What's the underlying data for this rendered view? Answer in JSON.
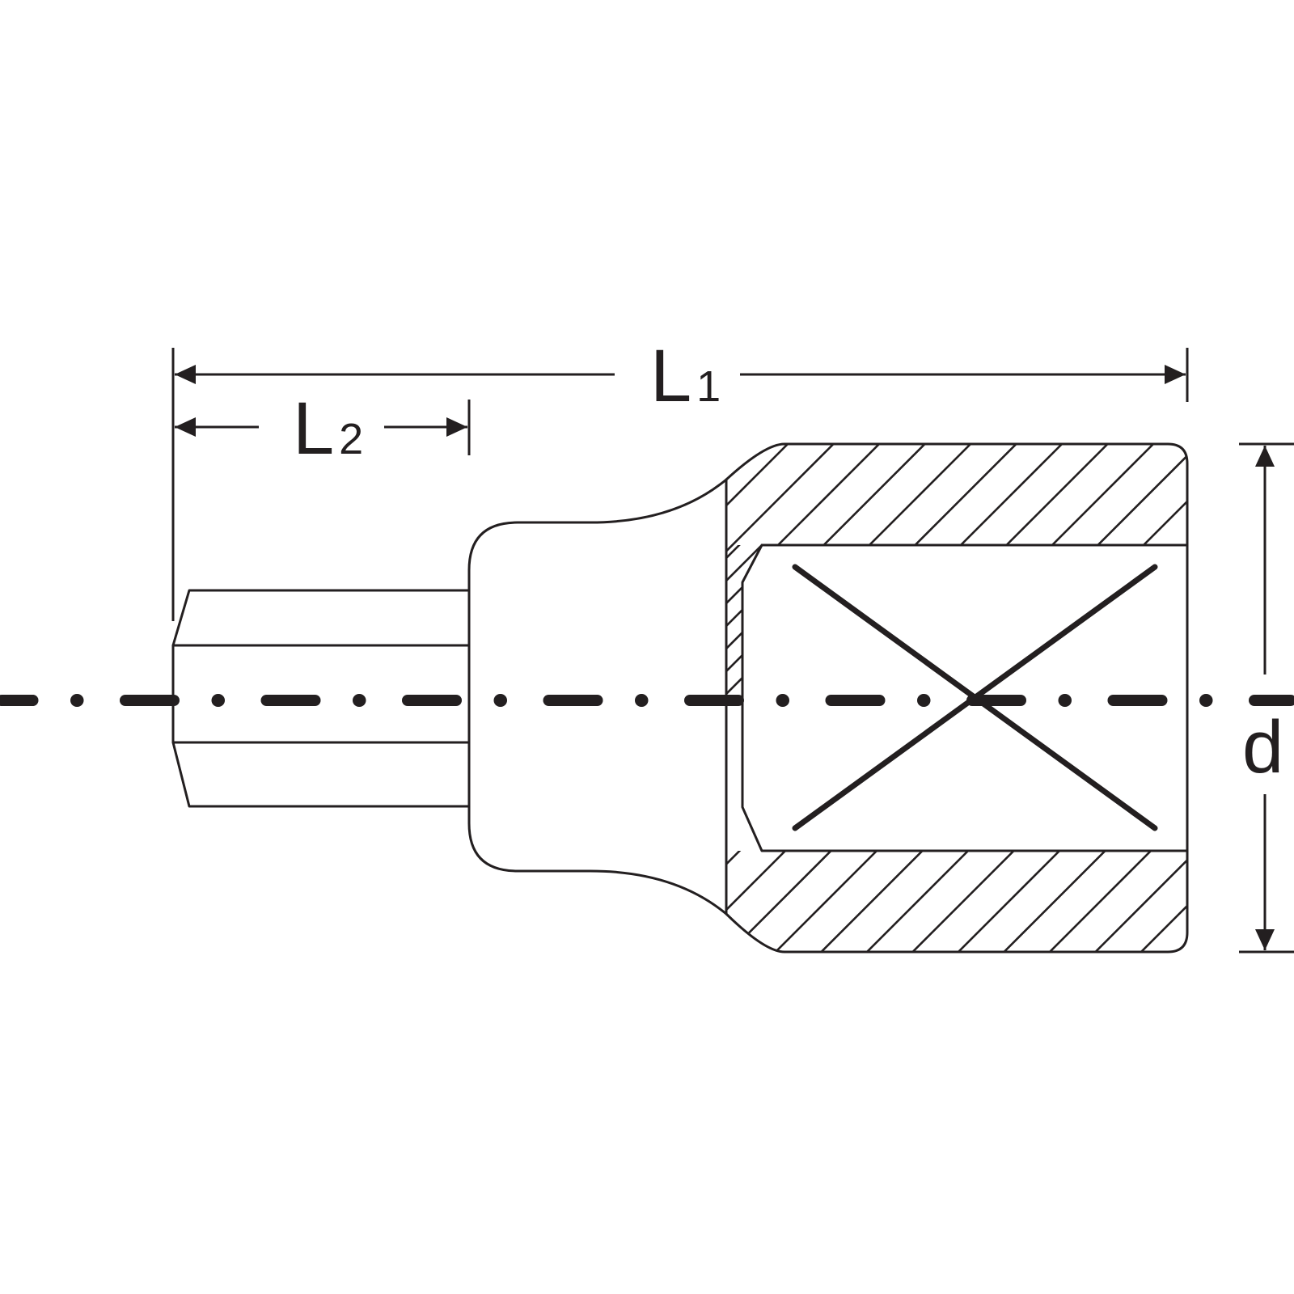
{
  "labels": {
    "l1_main": "L",
    "l1_sub": "1",
    "l2_main": "L",
    "l2_sub": "2",
    "d": "d"
  },
  "colors": {
    "line": "#231f20",
    "background": "#ffffff"
  }
}
